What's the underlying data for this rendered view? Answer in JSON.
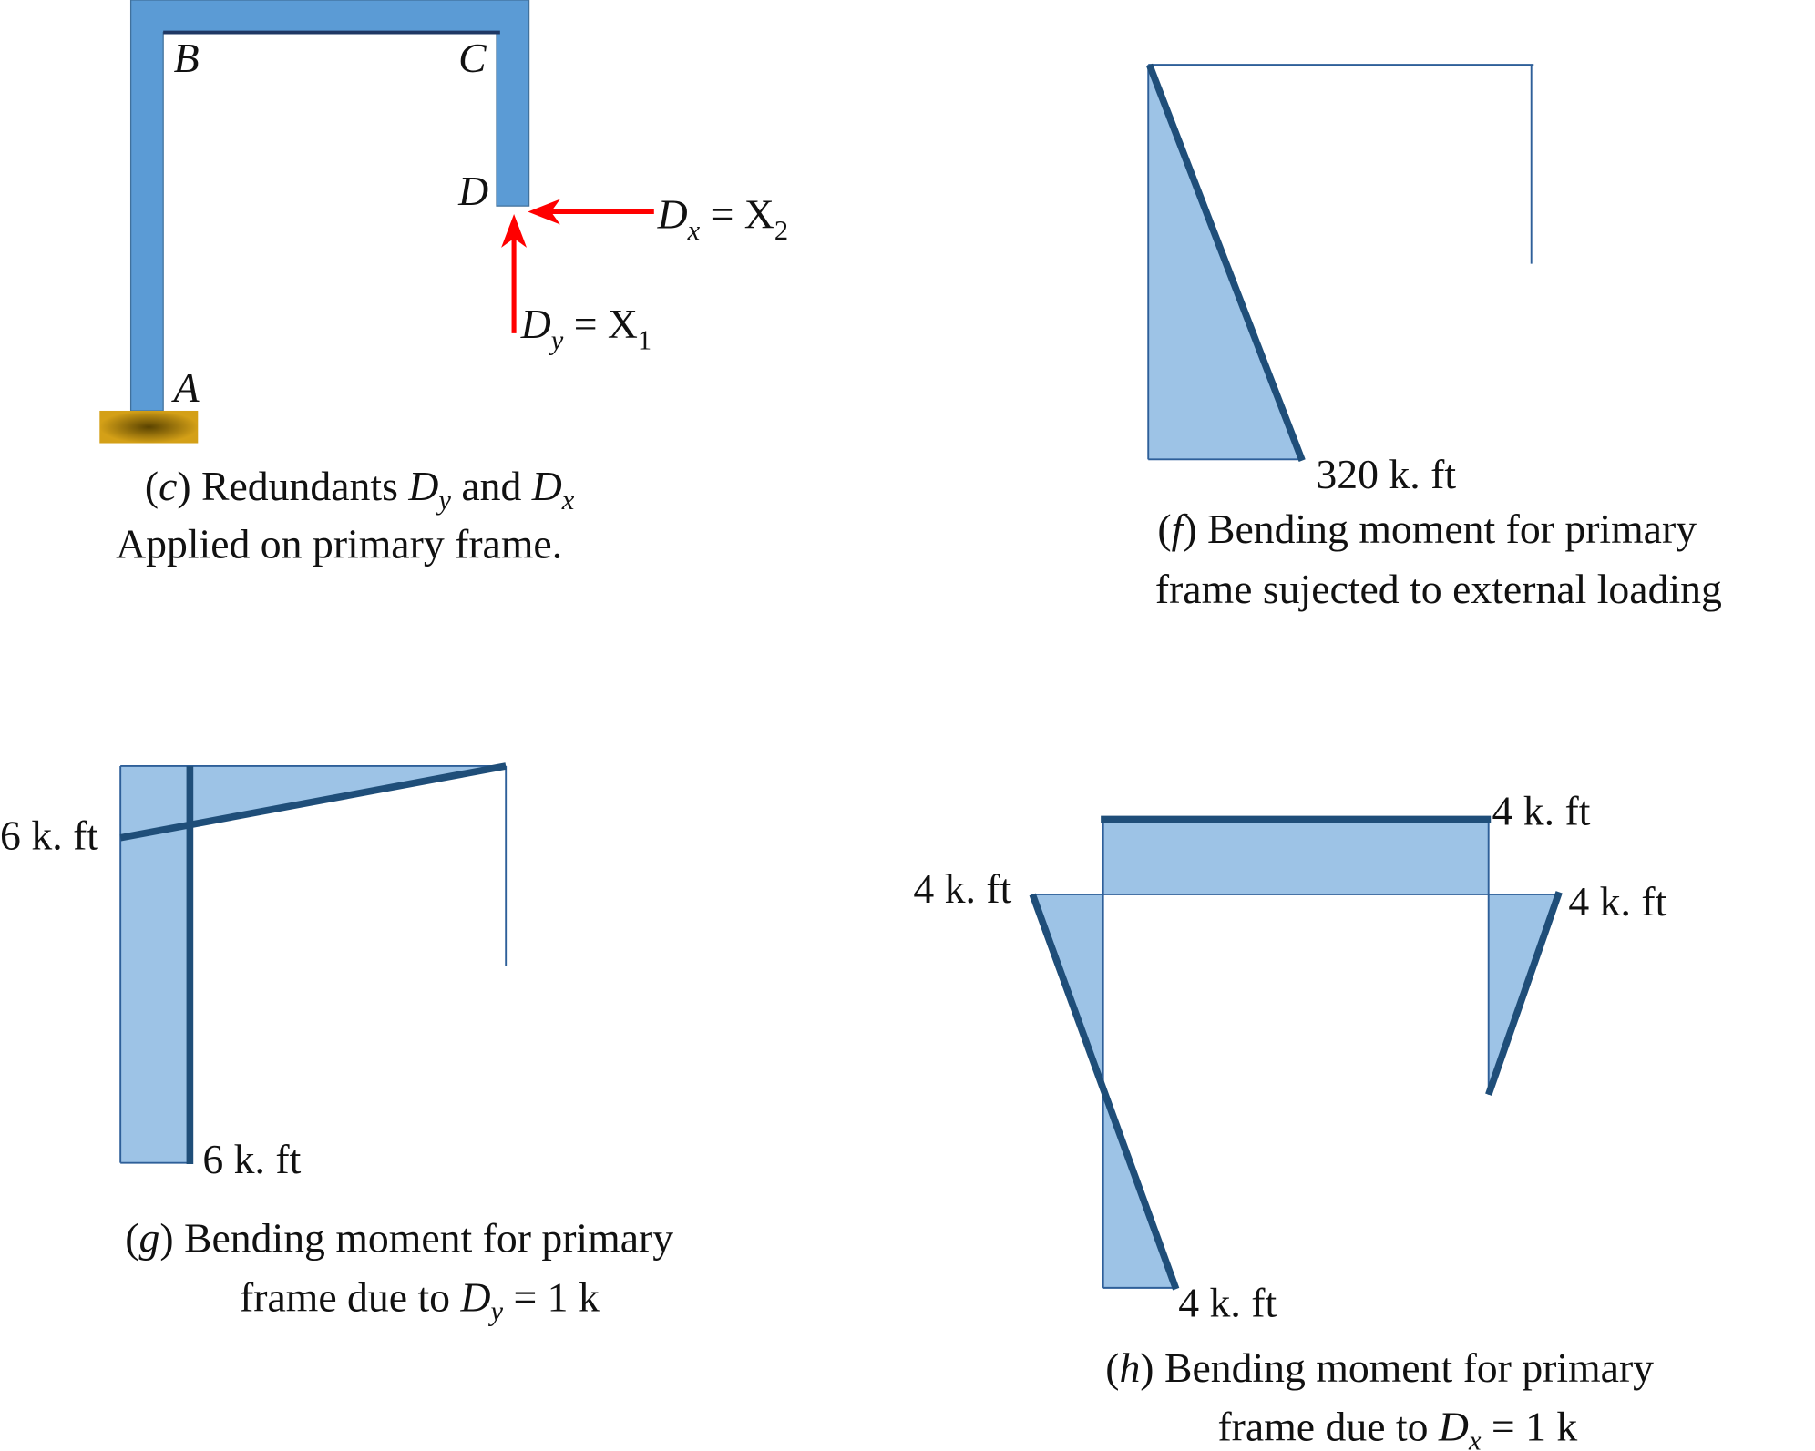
{
  "colors": {
    "member": "#5b9bd5",
    "moment_fill": "#9dc3e6",
    "moment_line": "#1f4e79",
    "redundant_arrow": "#ff0000",
    "support": "#d4a017"
  },
  "panel_c": {
    "joints": {
      "A": "A",
      "B": "B",
      "C": "C",
      "D": "D"
    },
    "dx": {
      "symbol": "D",
      "sub": "x",
      "eq": " = X",
      "idx": "2"
    },
    "dy": {
      "symbol": "D",
      "sub": "y",
      "eq": " = X",
      "idx": "1"
    },
    "caption": {
      "open": "(",
      "letter": "c",
      "line1": ") Redundants ",
      "d1": "D",
      "s1": "y",
      "and": " and ",
      "d2": "D",
      "s2": "x",
      "line2": "Applied on primary frame."
    }
  },
  "panel_f": {
    "label": "320 k. ft",
    "caption": {
      "open": "(",
      "letter": "f",
      "line1": ") Bending moment for primary",
      "line2": "frame sujected to external loading"
    }
  },
  "panel_g": {
    "label_top": "6 k. ft",
    "label_bottom": "6 k. ft",
    "caption": {
      "open": "(",
      "letter": "g",
      "line1": ") Bending moment for primary",
      "line2a": "frame due to ",
      "d": "D",
      "s": "y",
      "line2b": " = 1 k"
    }
  },
  "panel_h": {
    "label_top_right": "4 k. ft",
    "label_left": "4 k. ft",
    "label_right": "4 k. ft",
    "label_bottom": "4 k. ft",
    "caption": {
      "open": "(",
      "letter": "h",
      "line1": ") Bending moment for primary",
      "line2a": "frame due to ",
      "d": "D",
      "s": "x",
      "line2b": " = 1 k"
    }
  }
}
